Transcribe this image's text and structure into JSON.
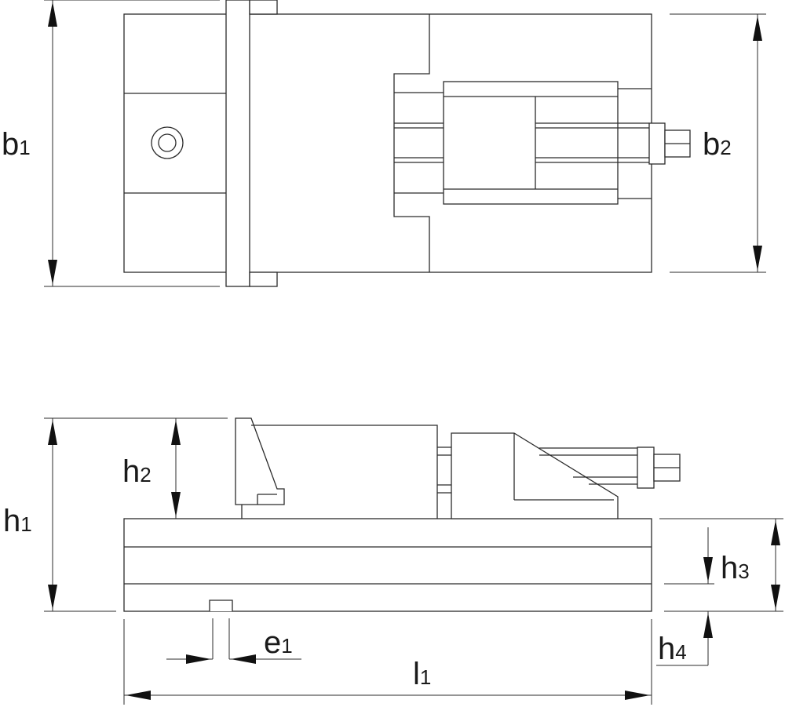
{
  "labels": {
    "b1": {
      "main": "b",
      "sub": "1"
    },
    "b2": {
      "main": "b",
      "sub": "2"
    },
    "h1": {
      "main": "h",
      "sub": "1"
    },
    "h2": {
      "main": "h",
      "sub": "2"
    },
    "h3": {
      "main": "h",
      "sub": "3"
    },
    "h4": {
      "main": "h",
      "sub": "4"
    },
    "e1": {
      "main": "e",
      "sub": "1"
    },
    "l1": {
      "main": "l",
      "sub": "1"
    }
  },
  "colors": {
    "line": "#2b2b2b",
    "arrow": "#111111",
    "text": "#1a1a1a",
    "background": "#ffffff"
  }
}
